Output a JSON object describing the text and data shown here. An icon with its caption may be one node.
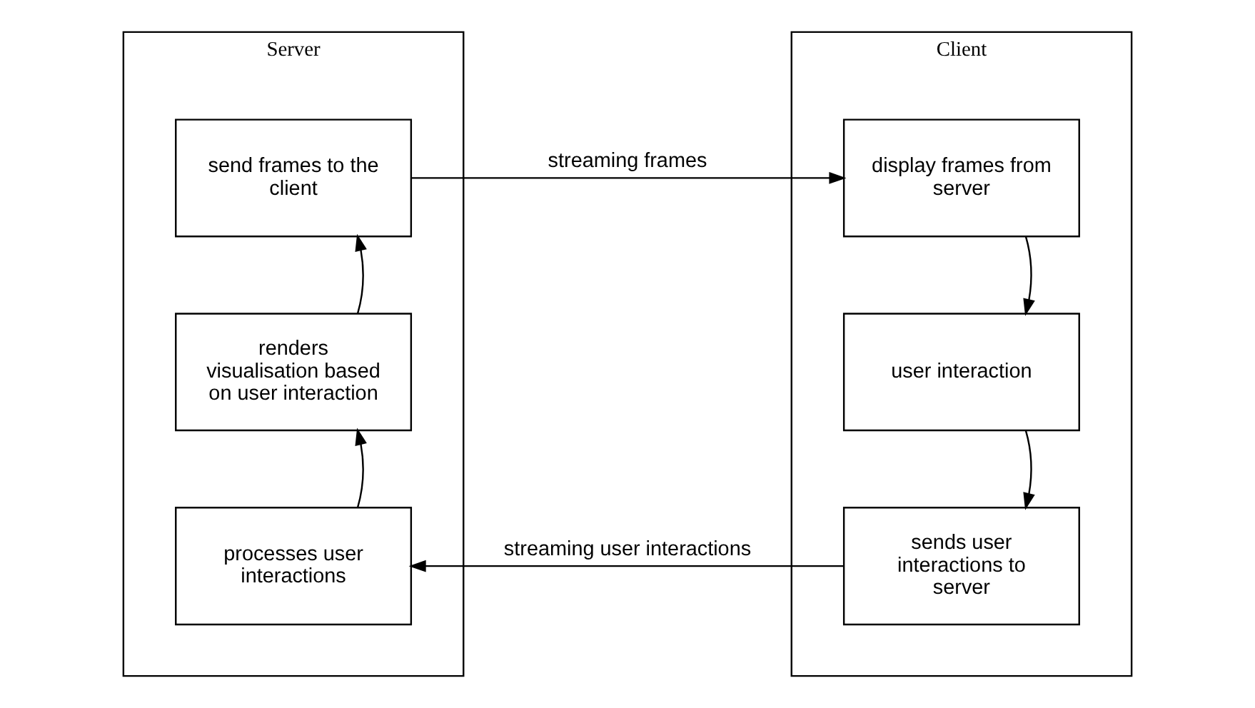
{
  "diagram": {
    "nodes": [
      {
        "text": [
          "Server"
        ]
      },
      {
        "text": [
          "send frames to the client"
        ],
        "in": 0
      },
      {
        "text": [
          "renders visualisation based on user interaction"
        ],
        "in": 0
      },
      {
        "text": [
          "processes user interactions"
        ],
        "in": 0
      },
      {
        "text": [
          "Client"
        ]
      },
      {
        "text": [
          "display frames from server"
        ],
        "in": 4
      },
      {
        "text": [
          "user interaction"
        ],
        "in": 4
      },
      {
        "text": [
          "sends user interactions to server"
        ],
        "in": 4
      }
    ],
    "edges": [
      {
        "from": 1,
        "to": 5,
        "arrow": "to",
        "label": "streaming frames"
      },
      {
        "from": 5,
        "to": 6,
        "arrow": "to"
      },
      {
        "from": 6,
        "to": 7,
        "arrow": "to"
      },
      {
        "from": 7,
        "to": 3,
        "arrow": "to",
        "label": "streaming user interactions"
      },
      {
        "from": 3,
        "to": 2,
        "arrow": "to"
      },
      {
        "from": 2,
        "to": 1,
        "arrow": "to"
      }
    ]
  }
}
